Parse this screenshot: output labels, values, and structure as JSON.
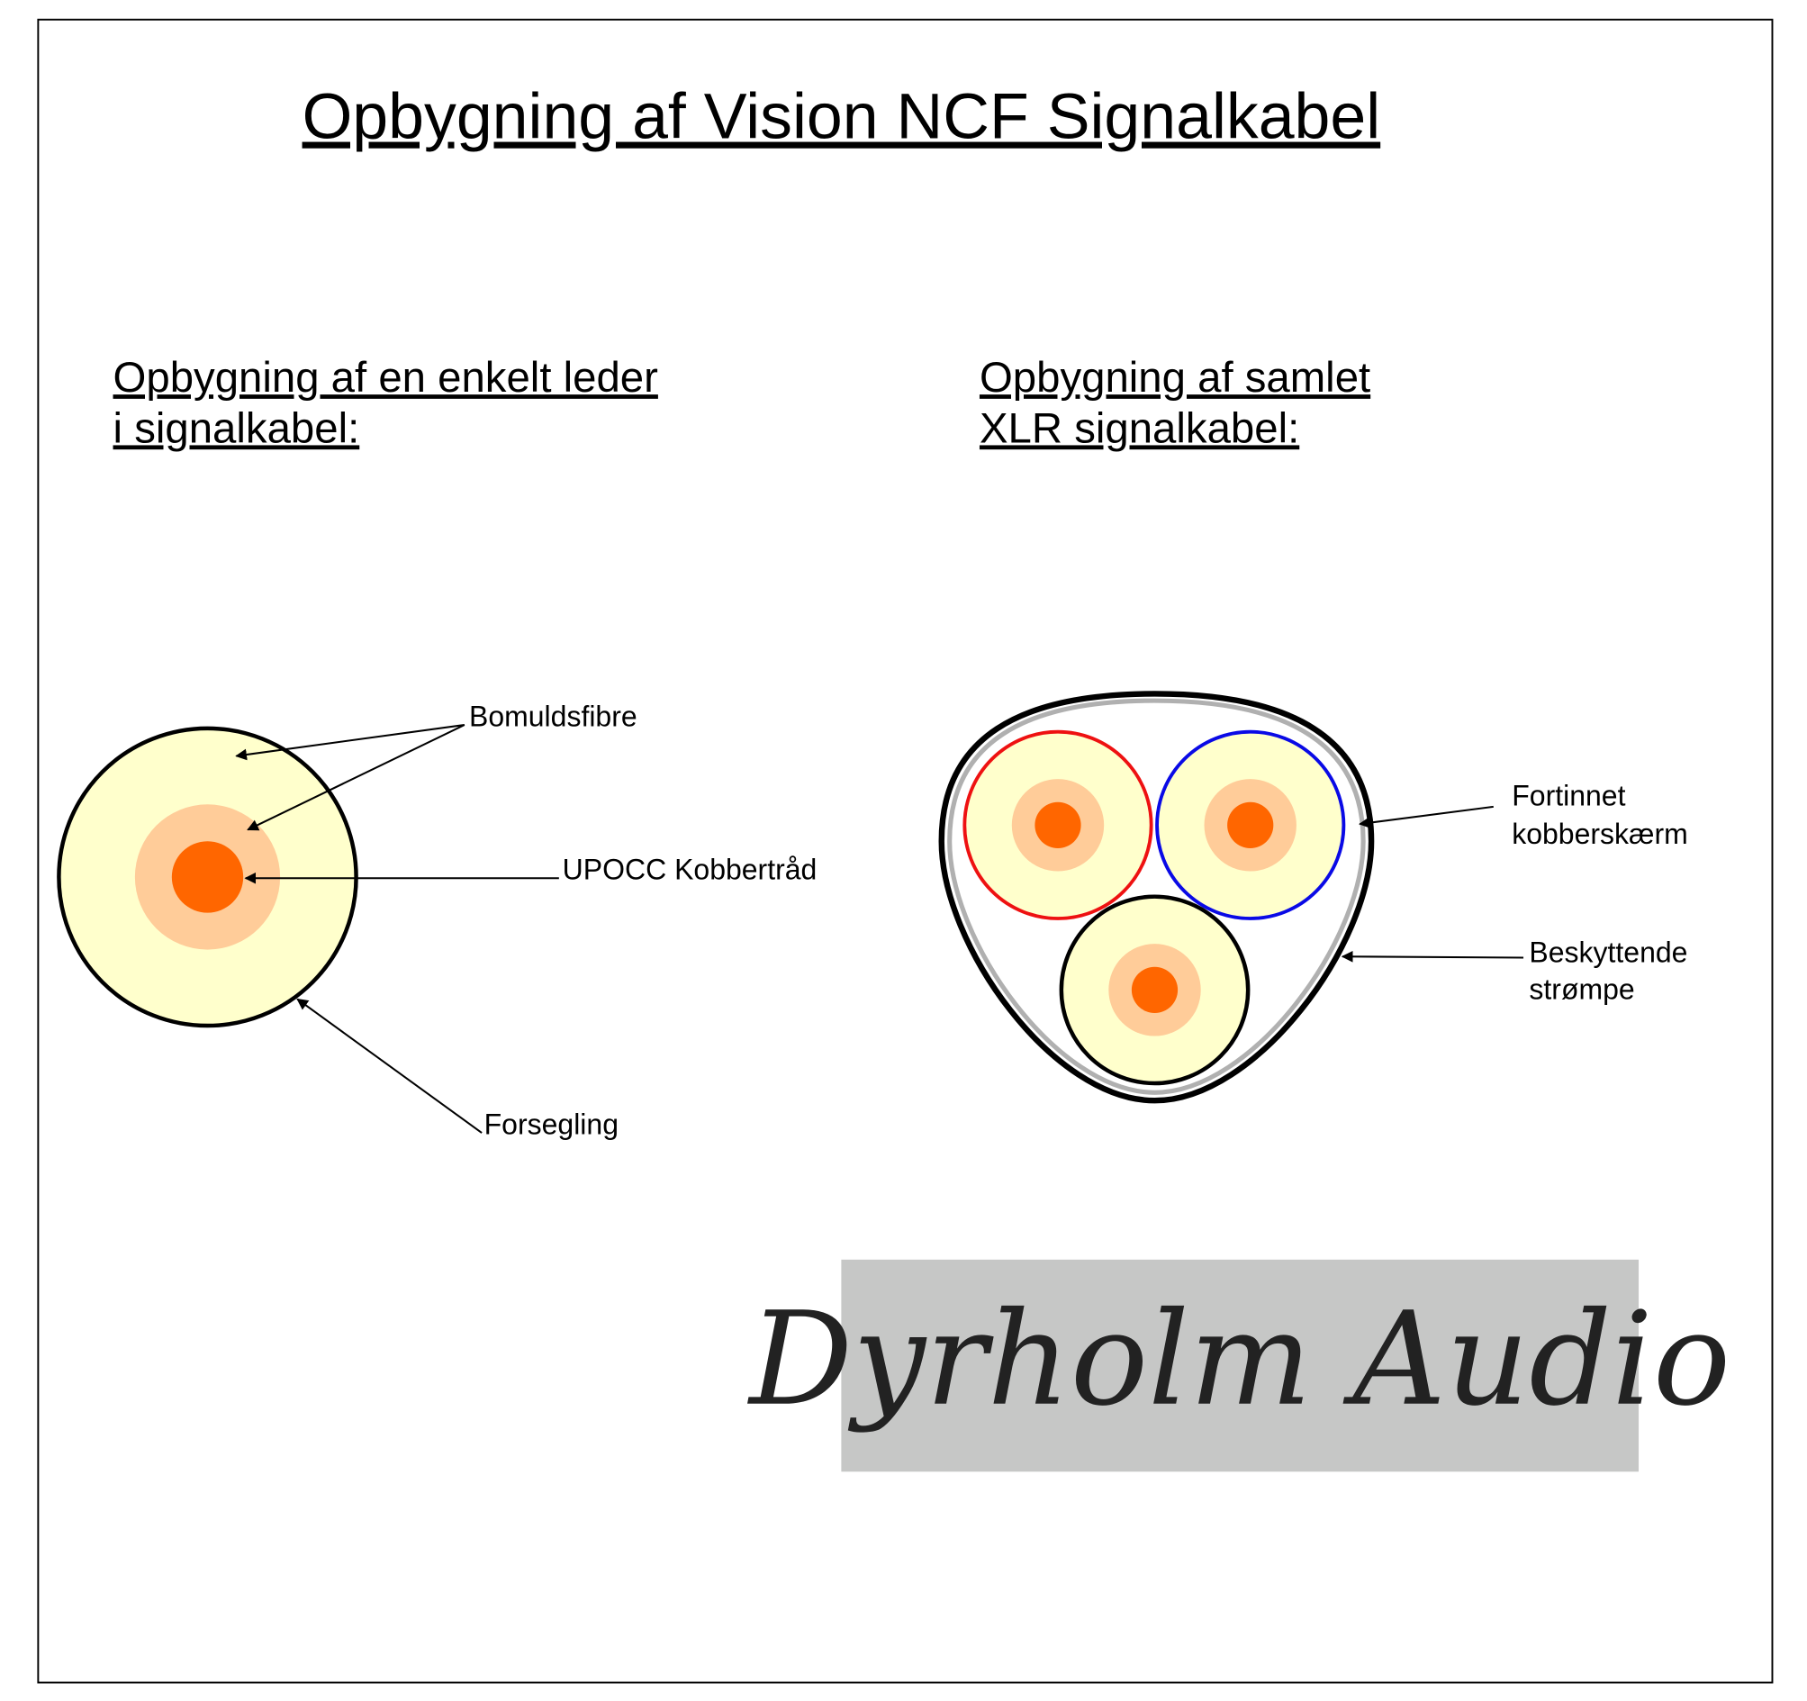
{
  "title": "Opbygning af Vision NCF Signalkabel",
  "left_section": {
    "heading_line1": "Opbygning af en enkelt leder",
    "heading_line2": "i signalkabel:",
    "labels": {
      "fibre": "Bomuldsfibre",
      "copper": "UPOCC Kobbertråd",
      "seal": "Forsegling"
    }
  },
  "right_section": {
    "heading_line1": "Opbygning af samlet",
    "heading_line2": "XLR signalkabel:",
    "labels": {
      "shield_line1": "Fortinnet",
      "shield_line2": "kobberskærm",
      "sleeve_line1": "Beskyttende",
      "sleeve_line2": "strømpe"
    }
  },
  "logo": {
    "text": "Dyrholm Audio"
  },
  "colors": {
    "insulation": "#ffffcc",
    "fibre": "#ffcc99",
    "copper": "#ff6600",
    "hot_wire": "#ee1111",
    "cold_wire": "#0a0ae6",
    "shield": "#b0b0b0",
    "logo_bg": "#c6c7c6"
  }
}
